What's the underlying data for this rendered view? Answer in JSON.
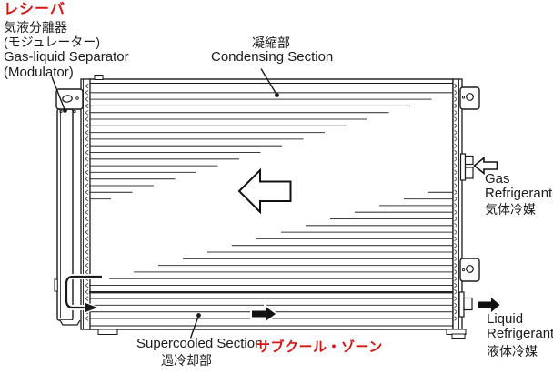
{
  "diagram": {
    "title_implicit": "Condenser refrigerant flow diagram",
    "receiver": {
      "title": "レシーバ",
      "jp1": "気液分離器",
      "jp2": "(モジュレーター)",
      "en1": "Gas-liquid Separator",
      "en2": "(Modulator)"
    },
    "condensing": {
      "jp": "凝縮部",
      "en": "Condensing Section"
    },
    "gas": {
      "en1": "Gas",
      "en2": "Refrigerant",
      "jp": "気体冷媒"
    },
    "liquid": {
      "en1": "Liquid",
      "en2": "Refrigerant",
      "jp": "液体冷媒"
    },
    "supercooled": {
      "en": "Supercooled Section",
      "jp": "過冷却部"
    },
    "subcool_zone": {
      "jp": "サブクール・ゾーン"
    },
    "icons": {
      "refrigerant-flow-main": "large-left-arrow-outline",
      "gas-inlet-flow": "small-left-arrow-outline",
      "liquid-outlet-flow": "small-right-arrow-filled",
      "subcool-flow": "small-right-arrow-filled"
    },
    "colors": {
      "accent_red": "#d21616",
      "line": "#1a1a1a",
      "tube": "#3b3b3b",
      "background": "#ffffff"
    }
  }
}
